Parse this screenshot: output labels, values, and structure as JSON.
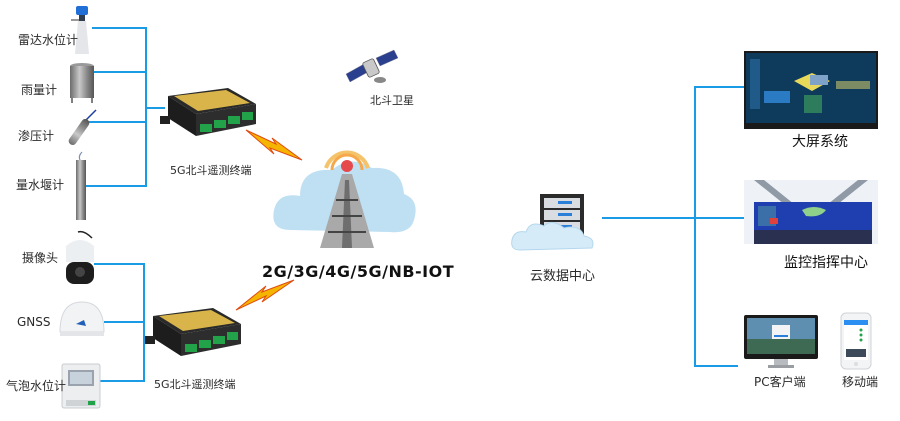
{
  "diagram": {
    "line_color": "#1a9be6",
    "sensors_group_1": [
      {
        "label": "雷达水位计",
        "icon": "radar-water-level-icon"
      },
      {
        "label": "雨量计",
        "icon": "rain-gauge-icon"
      },
      {
        "label": "渗压计",
        "icon": "piezometer-icon"
      },
      {
        "label": "量水堰计",
        "icon": "weir-meter-icon"
      }
    ],
    "sensors_group_2": [
      {
        "label": "摄像头",
        "icon": "camera-icon"
      },
      {
        "label": "GNSS",
        "icon": "gnss-receiver-icon"
      },
      {
        "label": "气泡水位计",
        "icon": "bubble-water-level-icon"
      }
    ],
    "terminal_1": {
      "label": "5G北斗遥测终端",
      "icon": "telemetry-terminal-icon"
    },
    "terminal_2": {
      "label": "5G北斗遥测终端",
      "icon": "telemetry-terminal-icon"
    },
    "satellite": {
      "label": "北斗卫星",
      "icon": "satellite-icon"
    },
    "network": {
      "label": "2G/3G/4G/5G/NB-IOT",
      "icon": "cell-tower-icon"
    },
    "cloud": {
      "label": "云数据中心",
      "icon": "cloud-server-icon"
    },
    "outputs": [
      {
        "label": "大屏系统",
        "icon": "big-screen-icon"
      },
      {
        "label": "监控指挥中心",
        "icon": "control-center-icon"
      },
      {
        "label": "PC客户端",
        "icon": "pc-monitor-icon"
      },
      {
        "label": "移动端",
        "icon": "mobile-phone-icon"
      }
    ]
  }
}
